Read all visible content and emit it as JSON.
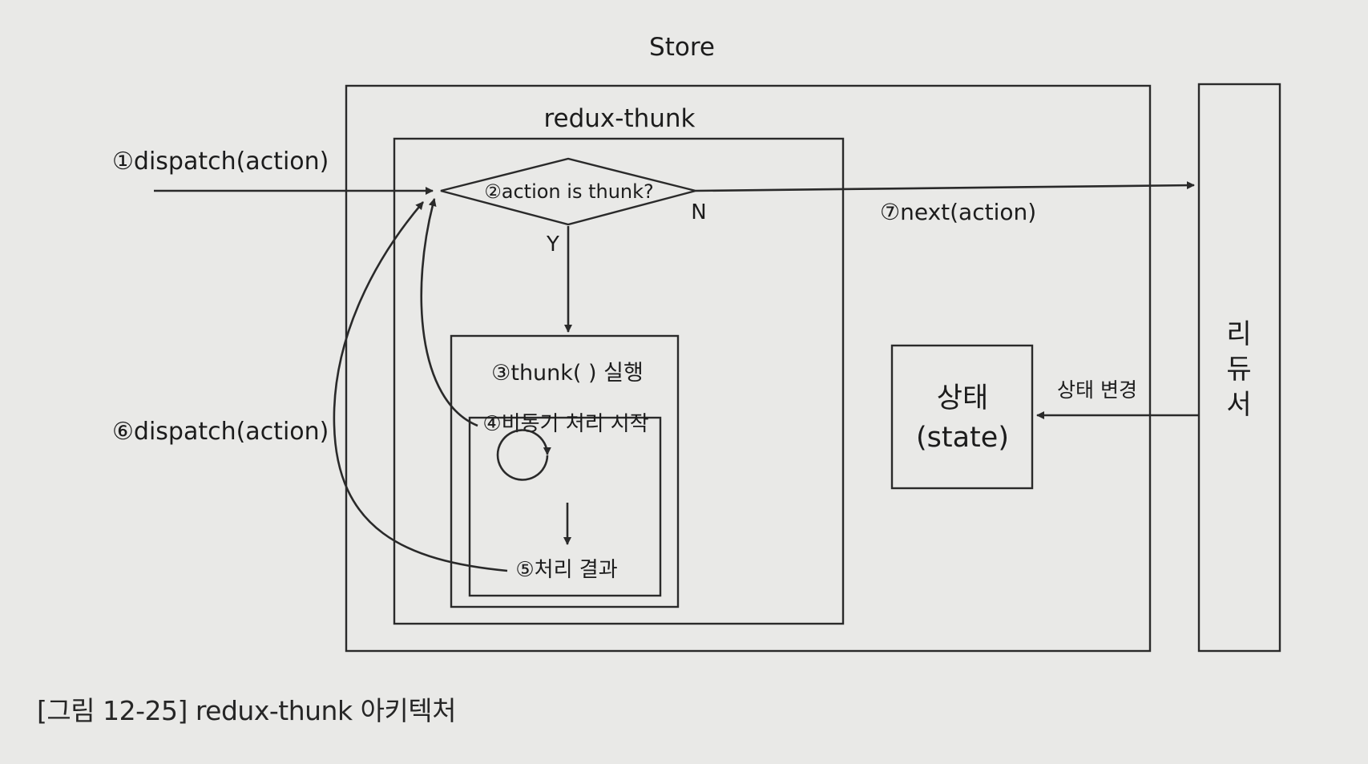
{
  "diagram": {
    "store_label": "Store",
    "middleware_label": "redux-thunk",
    "reducer_label": [
      "리",
      "듀",
      "서"
    ],
    "state_box": {
      "line1": "상태",
      "line2": "(state)"
    },
    "decision": "②action is thunk?",
    "yes_label": "Y",
    "no_label": "N",
    "thunk_box_label": "③thunk( ) 실행",
    "async_start_label": "④비동기 처리 시작",
    "result_label": "⑤처리 결과",
    "dispatch_in_label": "①dispatch(action)",
    "dispatch_again_label": "⑥dispatch(action)",
    "next_label": "⑦next(action)",
    "state_change_label": "상태 변경"
  },
  "caption": "[그림 12-25] redux-thunk 아키텍처"
}
